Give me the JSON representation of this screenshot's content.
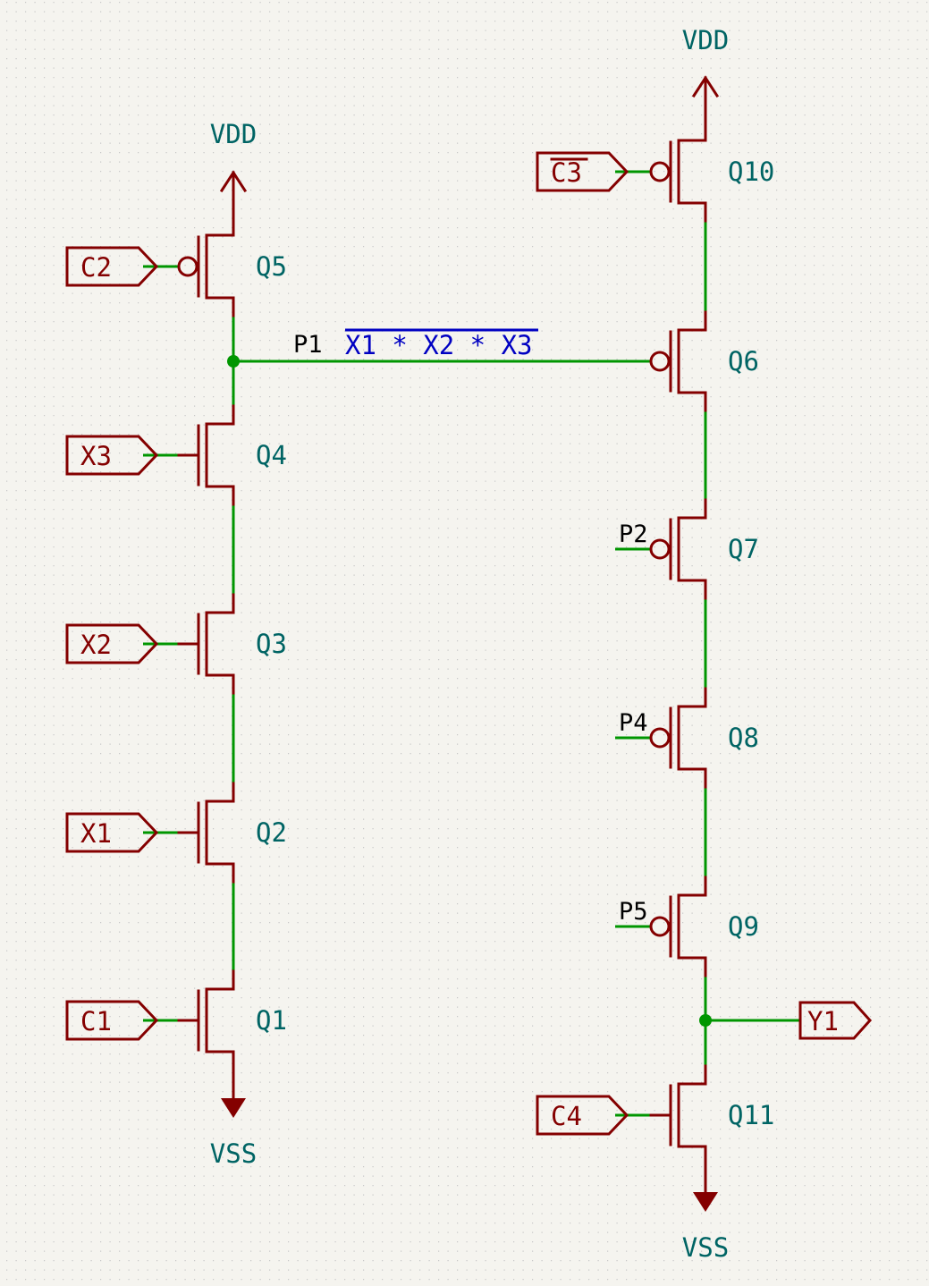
{
  "colors": {
    "background": "#f5f4ef",
    "wire": "#009600",
    "symbol": "#840000",
    "reference": "#006464",
    "net_label": "#000000",
    "text_note": "#0000c2"
  },
  "power": [
    {
      "id": "vdd-left",
      "net": "VDD",
      "kind": "supply"
    },
    {
      "id": "vss-left",
      "net": "VSS",
      "kind": "ground"
    },
    {
      "id": "vdd-right",
      "net": "VDD",
      "kind": "supply"
    },
    {
      "id": "vss-right",
      "net": "VSS",
      "kind": "ground"
    }
  ],
  "transistors": [
    {
      "ref": "Q5",
      "type": "PMOS",
      "gate": "C2",
      "gate_kind": "global-label",
      "column": "left"
    },
    {
      "ref": "Q4",
      "type": "NMOS",
      "gate": "X3",
      "gate_kind": "global-label",
      "column": "left"
    },
    {
      "ref": "Q3",
      "type": "NMOS",
      "gate": "X2",
      "gate_kind": "global-label",
      "column": "left"
    },
    {
      "ref": "Q2",
      "type": "NMOS",
      "gate": "X1",
      "gate_kind": "global-label",
      "column": "left"
    },
    {
      "ref": "Q1",
      "type": "NMOS",
      "gate": "C1",
      "gate_kind": "global-label",
      "column": "left"
    },
    {
      "ref": "Q10",
      "type": "PMOS",
      "gate": "C3",
      "gate_overbar": true,
      "gate_kind": "global-label",
      "column": "right"
    },
    {
      "ref": "Q6",
      "type": "PMOS",
      "gate": "P1",
      "gate_kind": "wire",
      "column": "right"
    },
    {
      "ref": "Q7",
      "type": "PMOS",
      "gate": "P2",
      "gate_kind": "net-label",
      "column": "right"
    },
    {
      "ref": "Q8",
      "type": "PMOS",
      "gate": "P4",
      "gate_kind": "net-label",
      "column": "right"
    },
    {
      "ref": "Q9",
      "type": "PMOS",
      "gate": "P5",
      "gate_kind": "net-label",
      "column": "right"
    },
    {
      "ref": "Q11",
      "type": "NMOS",
      "gate": "C4",
      "gate_kind": "global-label",
      "column": "right"
    }
  ],
  "nets": {
    "p1_label": "P1",
    "p1_note": "X1 * X2 * X3",
    "p1_note_overbar": true,
    "output_label": "Y1"
  }
}
